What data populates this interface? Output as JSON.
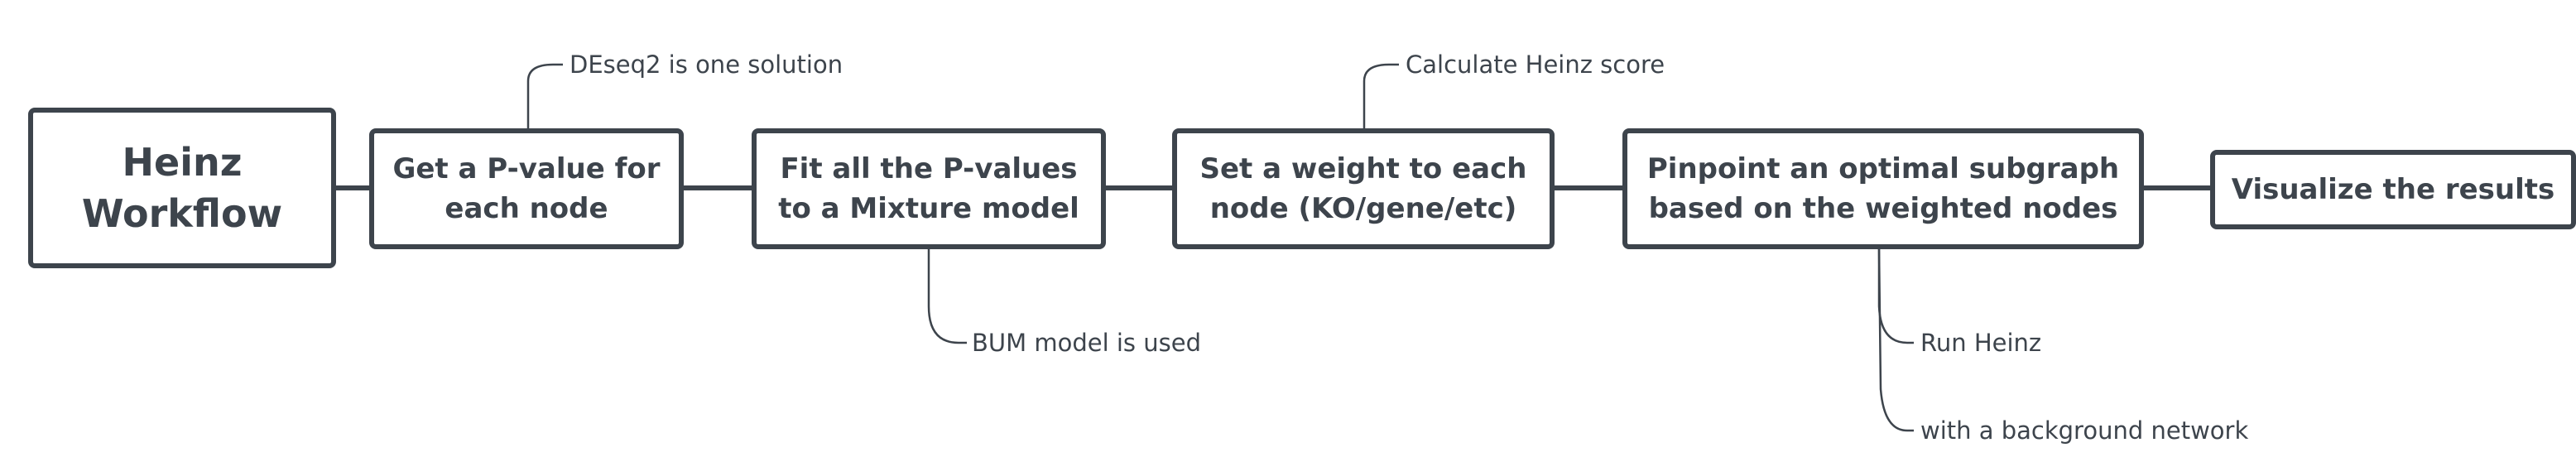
{
  "diagram": {
    "root": {
      "label": "Heinz\nWorkflow"
    },
    "steps": [
      {
        "label": "Get a P-value for\neach node"
      },
      {
        "label": "Fit all the P-values\nto a Mixture model"
      },
      {
        "label": "Set a weight to each\nnode (KO/gene/etc)"
      },
      {
        "label": "Pinpoint an optimal subgraph\nbased on the weighted nodes"
      },
      {
        "label": "Visualize the results"
      }
    ],
    "notes": {
      "pvalue": "DEseq2 is one solution",
      "mixture": "BUM model is used",
      "weight": "Calculate Heinz score",
      "subgraph_run": "Run Heinz",
      "subgraph_background": "with a background network"
    },
    "colors": {
      "stroke": "#3d444c",
      "text": "#3d444c",
      "background": "#ffffff"
    }
  }
}
